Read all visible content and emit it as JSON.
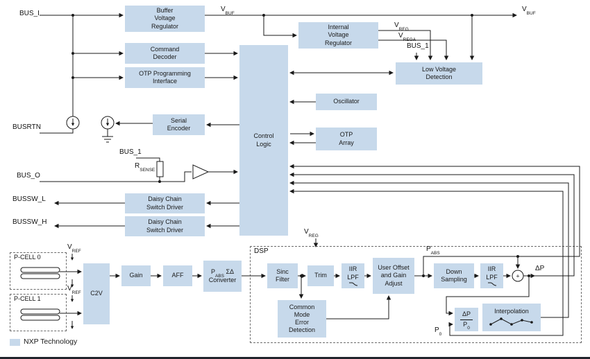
{
  "legend": {
    "label": "NXP Technology",
    "swatch_color": "#c7d9eb"
  },
  "colors": {
    "block_fill": "#c7d9eb",
    "line": "#1a1a1a"
  },
  "blocks": {
    "buffer_voltage_regulator": "Buffer\nVoltage\nRegulator",
    "command_decoder": "Command\nDecoder",
    "otp_programming_interface": "OTP Programming\nInterface",
    "serial_encoder": "Serial\nEncoder",
    "control_logic": "Control\nLogic",
    "internal_voltage_regulator": "Internal\nVoltage\nRegulator",
    "oscillator": "Oscillator",
    "otp_array": "OTP\nArray",
    "low_voltage_detection": "Low Voltage\nDetection",
    "daisy_chain_switch_driver": "Daisy Chain\nSwitch Driver",
    "c2v": "C2V",
    "gain": "Gain",
    "aff": "AFF",
    "converter_line2": "Converter",
    "sigma_delta": "ΣΔ",
    "sinc_filter": "Sinc\nFilter",
    "trim": "Trim",
    "iir_lpf": "IIR\nLPF",
    "user_offset_gain_adjust": "User Offset\nand Gain\nAdjust",
    "common_mode_error_detection": "Common\nMode\nError\nDetection",
    "down_sampling": "Down\nSampling",
    "interpolation": "Interpolation"
  },
  "labels": {
    "bus_i": "BUS_I",
    "busrtn": "BUSRTN",
    "bus_o": "BUS_O",
    "bussw_l": "BUSSW_L",
    "bussw_h": "BUSSW_H",
    "bus_1": "BUS_1",
    "dsp": "DSP",
    "p_cell_0": "P-CELL 0",
    "p_cell_1": "P-CELL 1",
    "delta_p": "ΔP",
    "plus": "+"
  },
  "sub_labels": {
    "v_buf": {
      "base": "V",
      "sub": "BUF"
    },
    "v_reg": {
      "base": "V",
      "sub": "REG"
    },
    "v_rega": {
      "base": "V",
      "sub": "REGA"
    },
    "r_sense": {
      "base": "R",
      "sub": "SENSE"
    },
    "v_ref": {
      "base": "V",
      "sub": "REF"
    },
    "p_abs": {
      "base": "P",
      "sub": "ABS"
    },
    "p_0": {
      "base": "P",
      "sub": "0"
    }
  }
}
